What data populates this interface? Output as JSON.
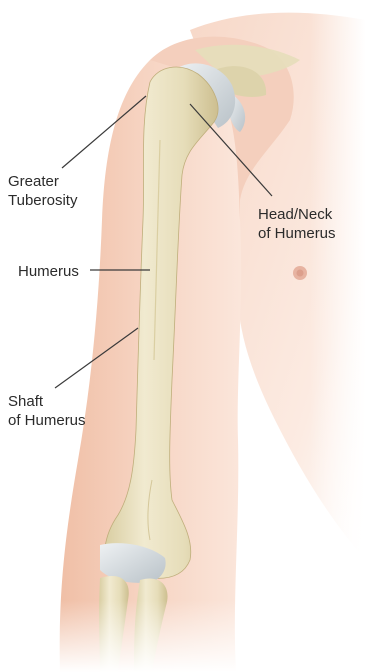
{
  "labels": {
    "greater_tuberosity": {
      "line1": "Greater",
      "line2": "Tuberosity"
    },
    "head_neck": {
      "line1": "Head/Neck",
      "line2": "of Humerus"
    },
    "humerus": {
      "text": "Humerus"
    },
    "shaft": {
      "line1": "Shaft",
      "line2": "of Humerus"
    }
  },
  "colors": {
    "background": "#ffffff",
    "skin": "#f3cdb8",
    "bone": "#e9e1bf",
    "cartilage": "#d8dee2",
    "leader_line": "#3a3a3a",
    "label_text": "#2b2b2b"
  }
}
